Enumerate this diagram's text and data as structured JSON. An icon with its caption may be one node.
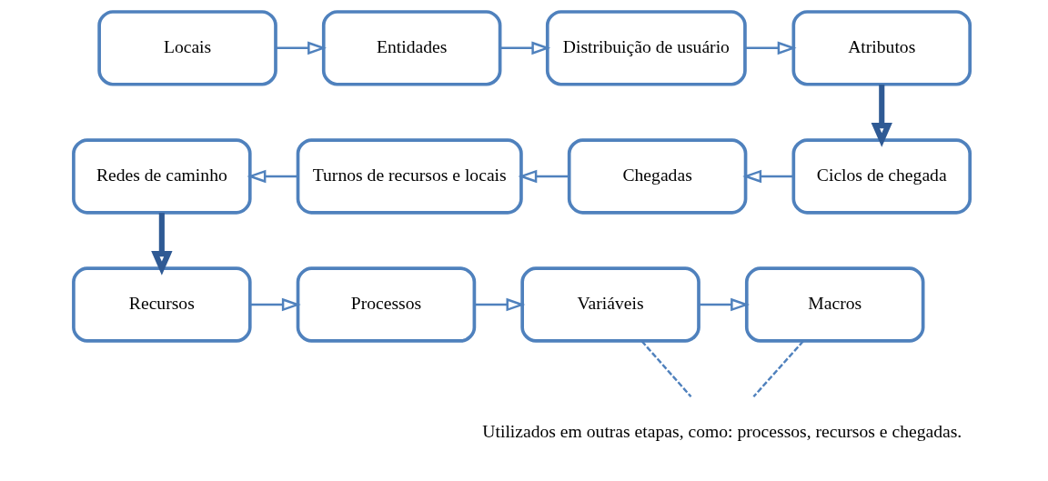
{
  "diagram": {
    "nodes": [
      {
        "text": [
          "Locais"
        ]
      },
      {
        "text": [
          "Entidades"
        ]
      },
      {
        "text": [
          "Distribuição de usuário"
        ]
      },
      {
        "text": [
          "Atributos"
        ]
      },
      {
        "text": [
          "Ciclos de chegada"
        ]
      },
      {
        "text": [
          "Chegadas"
        ]
      },
      {
        "text": [
          "Turnos de recursos e locais"
        ]
      },
      {
        "text": [
          "Redes de caminho"
        ]
      },
      {
        "text": [
          "Recursos"
        ]
      },
      {
        "text": [
          "Processos"
        ]
      },
      {
        "text": [
          "Variáveis"
        ]
      },
      {
        "text": [
          "Macros"
        ]
      },
      {
        "text": [
          "Utilizados em outras etapas, como: processos, recursos e chegadas."
        ]
      }
    ],
    "edges": [
      {
        "from": 0,
        "to": 1,
        "arrow": "to"
      },
      {
        "from": 1,
        "to": 2,
        "arrow": "to"
      },
      {
        "from": 2,
        "to": 3,
        "arrow": "to"
      },
      {
        "from": 3,
        "to": 4,
        "arrow": "to",
        "style": "thick",
        "color": "#2f5a94"
      },
      {
        "from": 4,
        "to": 5,
        "arrow": "to"
      },
      {
        "from": 5,
        "to": 6,
        "arrow": "to"
      },
      {
        "from": 6,
        "to": 7,
        "arrow": "to"
      },
      {
        "from": 7,
        "to": 8,
        "arrow": "to",
        "style": "thick",
        "color": "#2f5a94"
      },
      {
        "from": 8,
        "to": 9,
        "arrow": "to"
      },
      {
        "from": 9,
        "to": 10,
        "arrow": "to"
      },
      {
        "from": 10,
        "to": 11,
        "arrow": "to"
      },
      {
        "from": 10,
        "to": 12,
        "arrow": "none",
        "style": "dashed"
      },
      {
        "from": 11,
        "to": 12,
        "arrow": "none",
        "style": "dashed"
      }
    ]
  }
}
